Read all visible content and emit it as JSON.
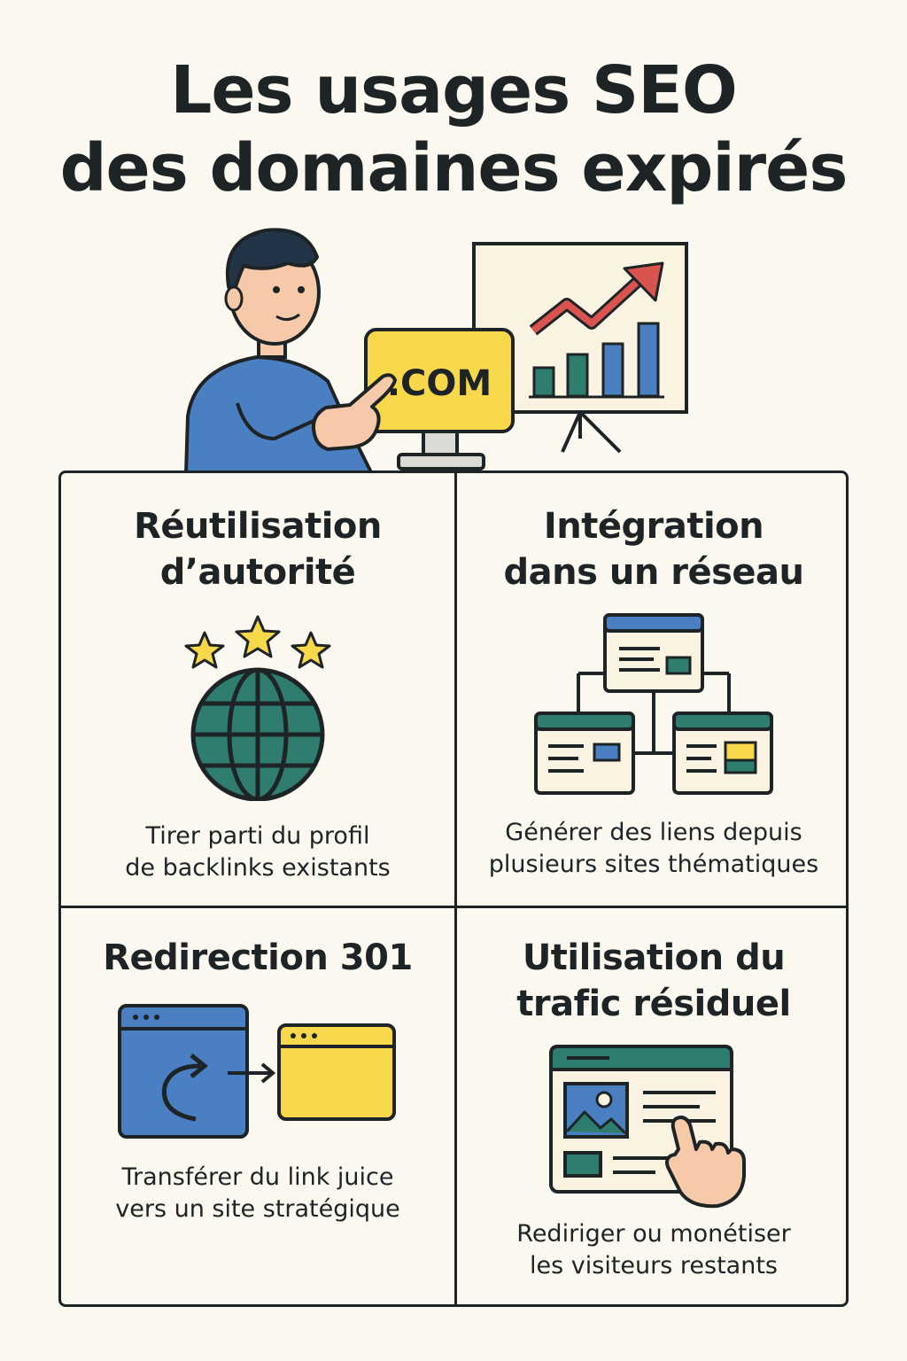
{
  "title": {
    "line1": "Les usages SEO",
    "line2": "des domaines expirés"
  },
  "hero": {
    "domain_label": ".COM",
    "icons": [
      "person-pointing-icon",
      "computer-monitor-icon",
      "growth-chart-board-icon"
    ],
    "colors": {
      "blue": "#4a7fc1",
      "yellow": "#f6d84a",
      "teal": "#2f7d6e",
      "red": "#d9534f"
    }
  },
  "cards": [
    {
      "title_lines": [
        "Réutilisation",
        "d’autorité"
      ],
      "desc_lines": [
        "Tirer parti du profil",
        "de backlinks existants"
      ],
      "icon": "stars-globe-icon"
    },
    {
      "title_lines": [
        "Intégration",
        "dans un réseau"
      ],
      "desc_lines": [
        "Générer des liens depuis",
        "plusieurs sites thématiques"
      ],
      "icon": "site-network-icon"
    },
    {
      "title_lines": [
        "Redirection 301"
      ],
      "desc_lines": [
        "Transférer du link juice",
        "vers un site stratégique"
      ],
      "icon": "redirect-windows-icon"
    },
    {
      "title_lines": [
        "Utilisation du",
        "trafic résiduel"
      ],
      "desc_lines": [
        "Rediriger ou monétiser",
        "les visiteurs restants"
      ],
      "icon": "webpage-click-icon"
    }
  ]
}
